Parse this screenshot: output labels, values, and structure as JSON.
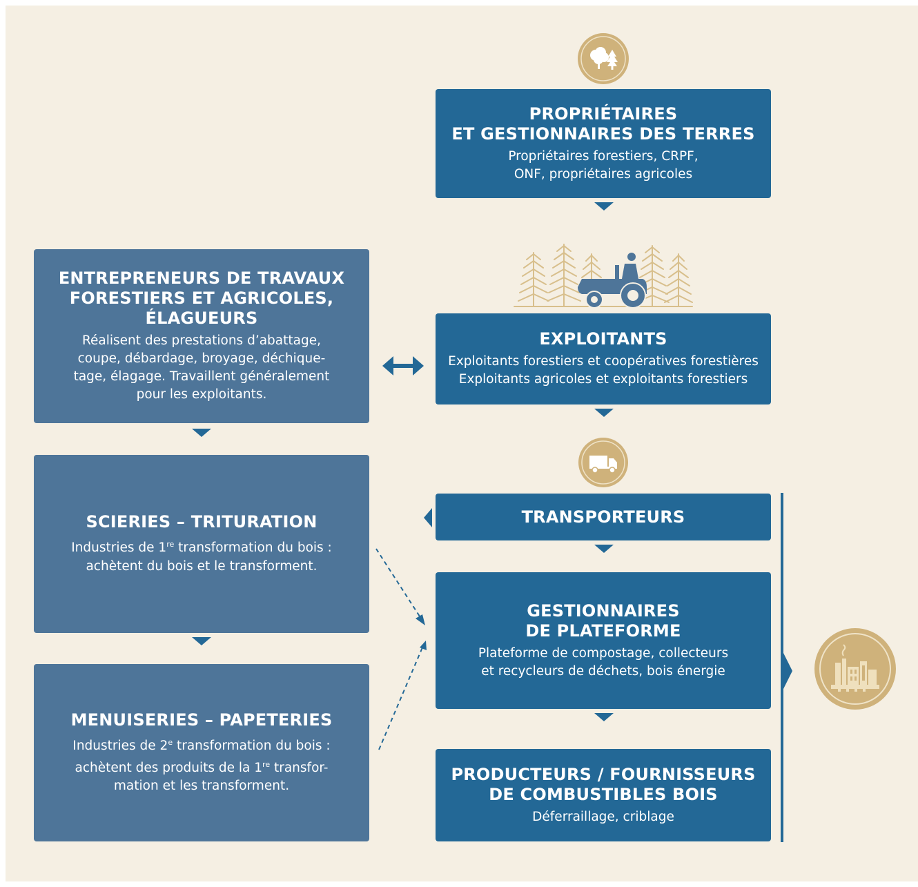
{
  "boxes": {
    "proprietaires": {
      "title": [
        "PROPRIÉTAIRES",
        "ET GESTIONNAIRES DES TERRES"
      ],
      "desc": [
        "Propriétaires forestiers, CRPF,",
        "ONF, propriétaires agricoles"
      ]
    },
    "entrepreneurs": {
      "title": [
        "ENTREPRENEURS DE TRAVAUX",
        "FORESTIERS ET AGRICOLES,",
        "ÉLAGUEURS"
      ],
      "desc": [
        "Réalisent des prestations d’abattage,",
        "coupe, débardage, broyage, déchique-",
        "tage, élagage. Travaillent généralement",
        "pour les exploitants."
      ]
    },
    "exploitants": {
      "title": [
        "EXPLOITANTS"
      ],
      "desc": [
        "Exploitants forestiers et coopératives forestières",
        "Exploitants agricoles et exploitants forestiers"
      ]
    },
    "scieries": {
      "title": [
        "SCIERIES – TRITURATION"
      ],
      "desc_pre": "Industries de 1",
      "desc_sup": "re",
      "desc_post": " transformation du bois :",
      "desc2": "achètent du bois et le transforment."
    },
    "transporteurs": {
      "title": [
        "TRANSPORTEURS"
      ]
    },
    "gestionnaires": {
      "title": [
        "GESTIONNAIRES",
        "DE PLATEFORME"
      ],
      "desc": [
        "Plateforme de compostage, collecteurs",
        "et recycleurs de déchets, bois énergie"
      ]
    },
    "menuiseries": {
      "title": [
        "MENUISERIES – PAPETERIES"
      ],
      "desc1_pre": "Industries de 2",
      "desc1_sup": "e",
      "desc1_post": " transformation du bois :",
      "desc2_pre": "achètent des produits de la 1",
      "desc2_sup": "re",
      "desc2_post": " transfor-",
      "desc3": "mation et les transforment."
    },
    "producteurs": {
      "title": [
        "PRODUCTEURS / FOURNISSEURS",
        "DE COMBUSTIBLES BOIS"
      ],
      "desc": [
        "Déferraillage, criblage"
      ]
    }
  },
  "icons": {
    "forest": "tree-icon",
    "tractor": "tractor-icon",
    "truck": "truck-icon",
    "factory": "factory-icon"
  },
  "colors": {
    "background": "#f5efe3",
    "box_dark": "#236896",
    "box_mid": "#4e7599",
    "gold": "#cfb27b",
    "gold_light": "#e6d4ad"
  }
}
